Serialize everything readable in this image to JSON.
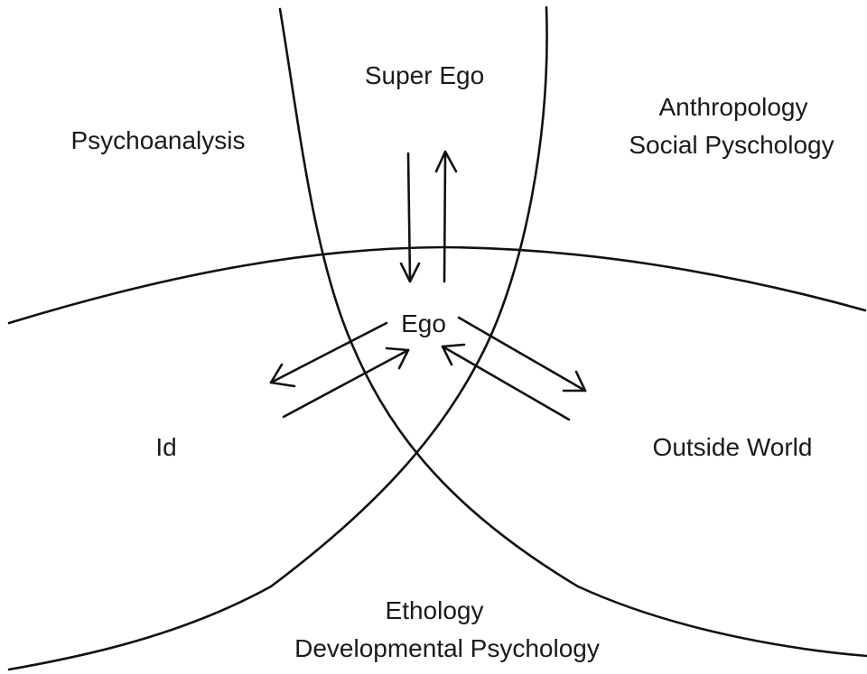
{
  "labels": {
    "super_ego": "Super Ego",
    "psychoanalysis": "Psychoanalysis",
    "anthropology": "Anthropology",
    "social_psychology": "Social Pyschology",
    "ego": "Ego",
    "id": "Id",
    "outside_world": "Outside World",
    "ethology": "Ethology",
    "developmental_psychology": "Developmental Psychology"
  },
  "colors": {
    "ink": "#111111",
    "background": "#ffffff"
  }
}
